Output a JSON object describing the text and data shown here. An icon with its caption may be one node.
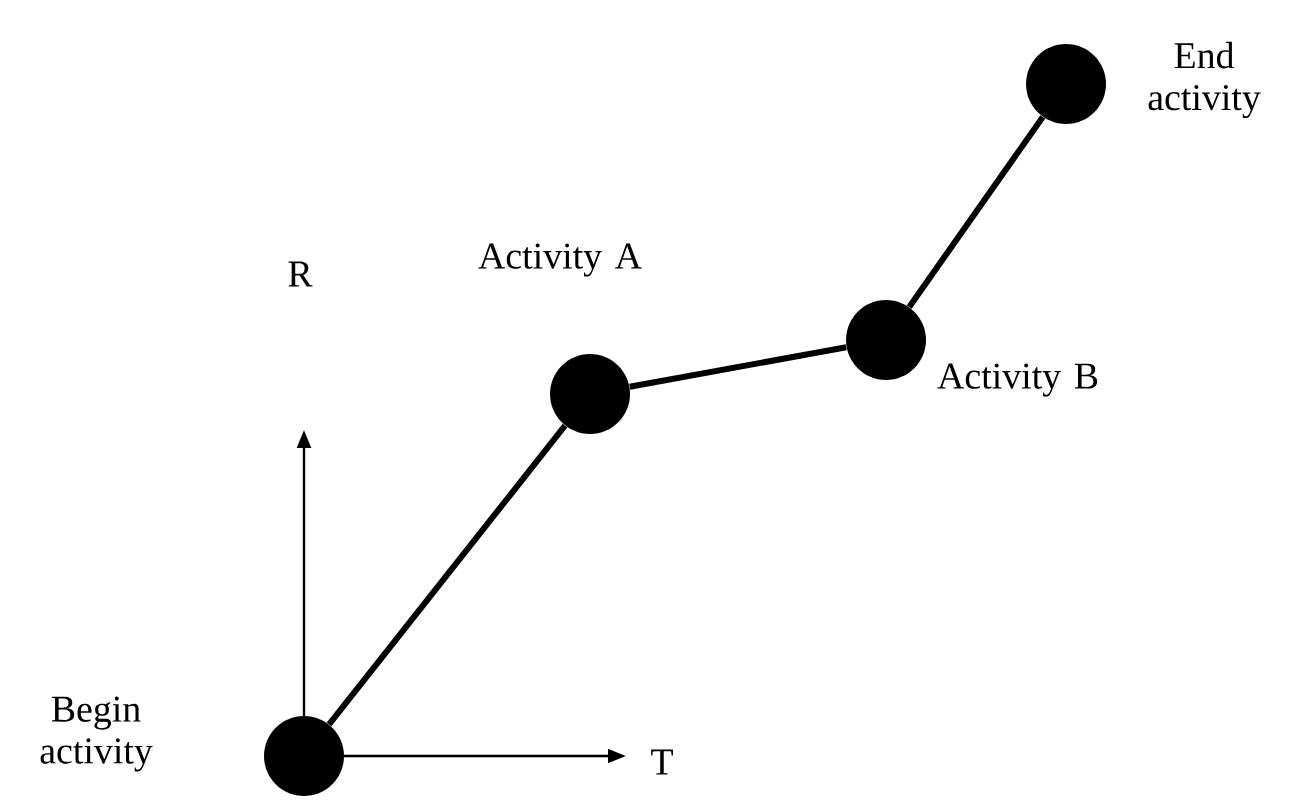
{
  "diagram": {
    "nodes": [
      {
        "text": [
          "Begin activity"
        ]
      },
      {
        "text": [
          "Activity A"
        ]
      },
      {
        "text": [
          "Activity B"
        ]
      },
      {
        "text": [
          "End activity"
        ]
      }
    ],
    "edges": [
      {
        "from": 0,
        "to": 1,
        "arrow": "none"
      },
      {
        "from": 1,
        "to": 2,
        "arrow": "none"
      },
      {
        "from": 2,
        "to": 3,
        "arrow": "none"
      }
    ],
    "labels": [
      "R",
      "T"
    ]
  }
}
